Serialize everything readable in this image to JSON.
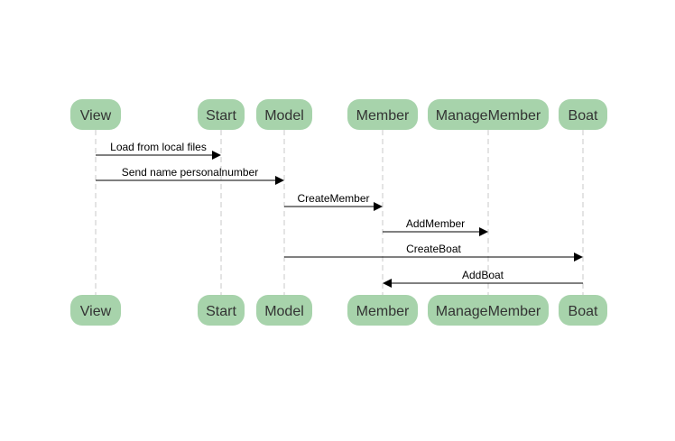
{
  "diagram": {
    "type": "sequence",
    "colors": {
      "participant_fill": "#a7d3ab",
      "participant_text": "#333333",
      "lifeline": "#c8c8c8",
      "message": "#000000",
      "background": "#ffffff"
    },
    "participants": [
      {
        "id": "view",
        "label": "View"
      },
      {
        "id": "start",
        "label": "Start"
      },
      {
        "id": "model",
        "label": "Model"
      },
      {
        "id": "member",
        "label": "Member"
      },
      {
        "id": "managemember",
        "label": "ManageMember"
      },
      {
        "id": "boat",
        "label": "Boat"
      }
    ],
    "messages": [
      {
        "from": "view",
        "to": "start",
        "label": "Load from local files"
      },
      {
        "from": "view",
        "to": "model",
        "label": "Send name personalnumber"
      },
      {
        "from": "model",
        "to": "member",
        "label": "CreateMember"
      },
      {
        "from": "member",
        "to": "managemember",
        "label": "AddMember"
      },
      {
        "from": "model",
        "to": "boat",
        "label": "CreateBoat"
      },
      {
        "from": "boat",
        "to": "member",
        "label": "AddBoat"
      }
    ]
  }
}
